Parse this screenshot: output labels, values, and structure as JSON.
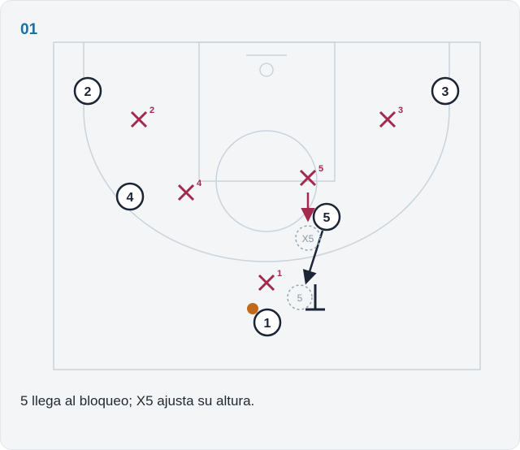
{
  "play": {
    "number": "01",
    "caption": "5 llega al bloqueo; X5 ajusta su altura."
  },
  "colors": {
    "court_line": "#c9d3dc",
    "offense": "#1b2535",
    "defense": "#a3294e",
    "ball": "#c26a1b",
    "ghost": "#98a6b3",
    "title": "#1f6f9f"
  },
  "offense": [
    {
      "id": "1",
      "label": "1"
    },
    {
      "id": "2",
      "label": "2"
    },
    {
      "id": "3",
      "label": "3"
    },
    {
      "id": "4",
      "label": "4"
    },
    {
      "id": "5",
      "label": "5"
    }
  ],
  "defense": [
    {
      "id": "x1",
      "label": "1"
    },
    {
      "id": "x2",
      "label": "2"
    },
    {
      "id": "x3",
      "label": "3"
    },
    {
      "id": "x4",
      "label": "4"
    },
    {
      "id": "x5",
      "label": "5"
    }
  ],
  "ghosts": [
    {
      "id": "ghost-x5",
      "label": "X5"
    },
    {
      "id": "ghost-5",
      "label": "5"
    }
  ]
}
